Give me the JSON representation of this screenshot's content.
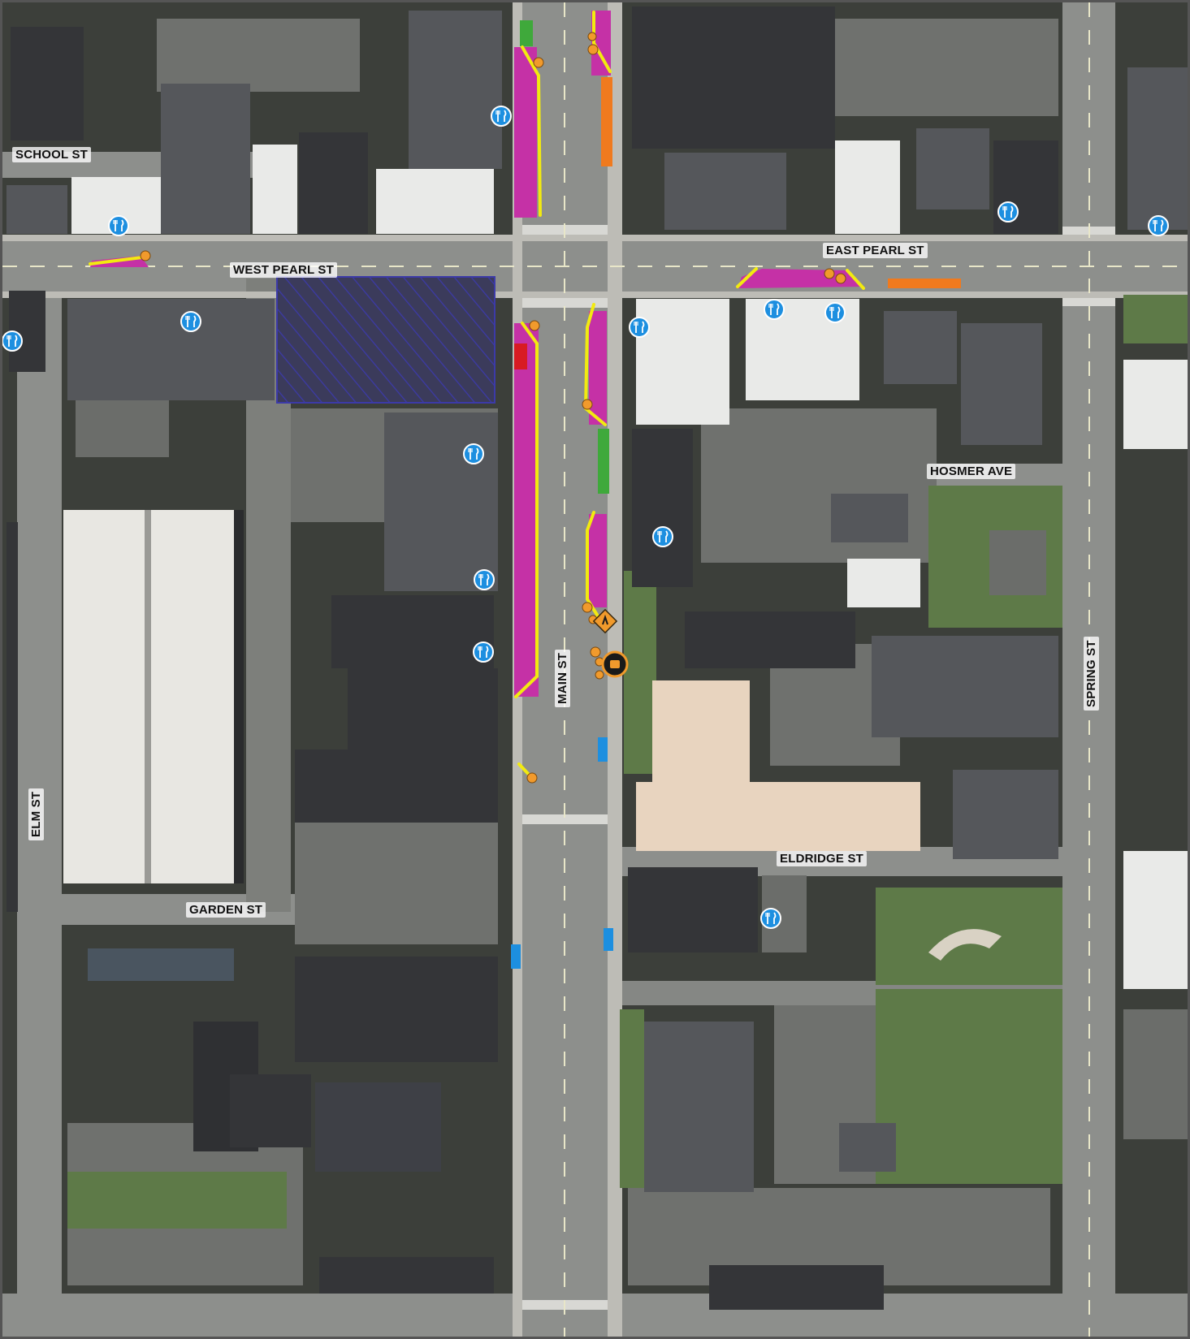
{
  "colors": {
    "background": "#3c3f3a",
    "road": "#8d8f8c",
    "sidewalk": "#bdbcb6",
    "roof_dark": "#343538",
    "roof_mid": "#55575b",
    "roof_light": "#e9eae8",
    "roof_tan": "#e8d4bf",
    "parking": "#6f716e",
    "grass": "#5e7a48",
    "parklet_zone": "#c531a6",
    "curb_line": "#f2ea10",
    "marker_orange": "#f19a2c",
    "loading_zone": "#f07a1e",
    "green_zone": "#3fa93b",
    "red_zone": "#d81b23",
    "hatched_lot": "#3c3aa8",
    "restaurant_icon": "#1d8fe0"
  },
  "icons": {
    "restaurant": "fork-knife-icon",
    "construction": "construction-warning-icon",
    "camera": "camera-marker-icon"
  },
  "streets": [
    {
      "key": "school",
      "label": "SCHOOL ST"
    },
    {
      "key": "west_pearl",
      "label": "WEST PEARL ST"
    },
    {
      "key": "east_pearl",
      "label": "EAST PEARL ST"
    },
    {
      "key": "hosmer",
      "label": "HOSMER AVE"
    },
    {
      "key": "main",
      "label": "MAIN ST"
    },
    {
      "key": "spring",
      "label": "SPRING ST"
    },
    {
      "key": "elm",
      "label": "ELM ST"
    },
    {
      "key": "garden",
      "label": "GARDEN ST"
    },
    {
      "key": "eldridge",
      "label": "ELDRIDGE ST"
    }
  ]
}
